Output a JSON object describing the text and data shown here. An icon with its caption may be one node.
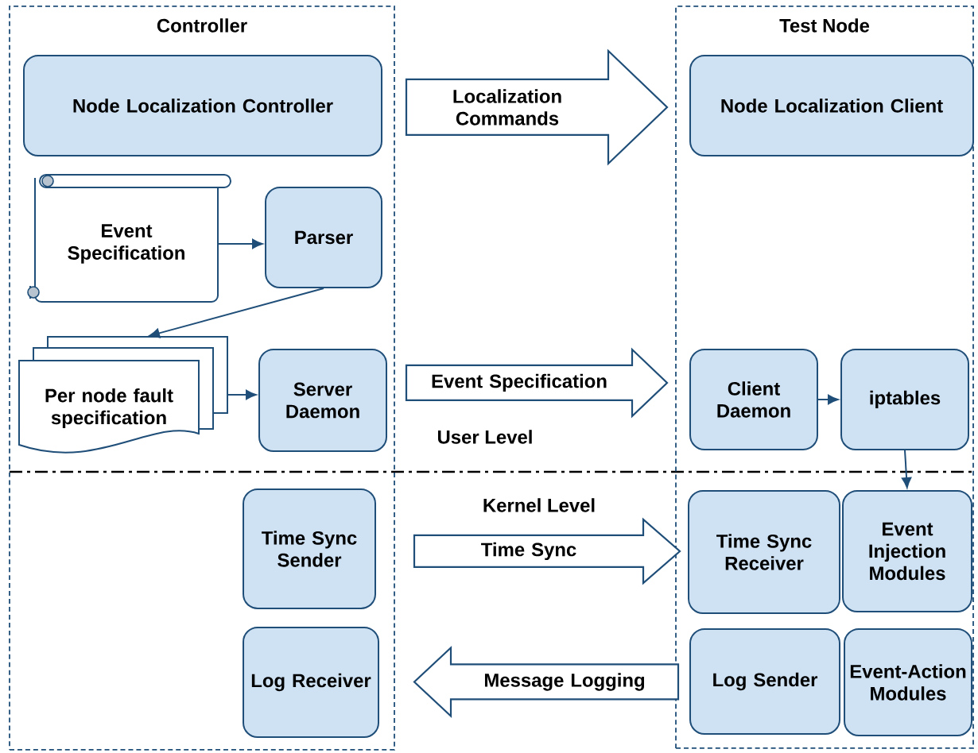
{
  "diagram": {
    "nodes": [
      {
        "text": [
          "Controller"
        ]
      },
      {
        "text": [
          "Node Localization Controller"
        ],
        "in": 0
      },
      {
        "text": [
          "Event Specification"
        ],
        "in": 0
      },
      {
        "text": [
          "Parser"
        ],
        "in": 0
      },
      {
        "text": [
          "Per node fault specification"
        ],
        "in": 0
      },
      {
        "text": [
          "Server Daemon"
        ],
        "in": 0
      },
      {
        "text": [
          "Time Sync Sender"
        ],
        "in": 0
      },
      {
        "text": [
          "Log Receiver"
        ],
        "in": 0
      },
      {
        "text": [
          "Test Node"
        ]
      },
      {
        "text": [
          "Node Localization Client"
        ],
        "in": 8
      },
      {
        "text": [
          "Client Daemon"
        ],
        "in": 8
      },
      {
        "text": [
          "iptables"
        ],
        "in": 8
      },
      {
        "text": [
          "Time Sync Receiver"
        ],
        "in": 8
      },
      {
        "text": [
          "Event Injection Modules"
        ],
        "in": 8
      },
      {
        "text": [
          "Log Sender"
        ],
        "in": 8
      },
      {
        "text": [
          "Event-Action Modules"
        ],
        "in": 8
      }
    ],
    "edges": [
      {
        "from": 2,
        "to": 3,
        "arrow": "to"
      },
      {
        "from": 3,
        "to": 4,
        "arrow": "to"
      },
      {
        "from": 4,
        "to": 5,
        "arrow": "to"
      },
      {
        "from": 10,
        "to": 11,
        "arrow": "to"
      },
      {
        "from": 11,
        "to": 13,
        "arrow": "to"
      },
      {
        "from": 1,
        "to": 9,
        "arrow": "to",
        "label": "Localization Commands",
        "style": "thick"
      },
      {
        "from": 5,
        "to": 10,
        "arrow": "to",
        "label": "Event Specification",
        "style": "thick"
      },
      {
        "from": 6,
        "to": 12,
        "arrow": "to",
        "label": "Time Sync",
        "style": "thick"
      },
      {
        "from": 14,
        "to": 7,
        "arrow": "to",
        "label": "Message Logging",
        "style": "thick"
      }
    ],
    "labels": [
      "User Level",
      "Kernel Level"
    ]
  }
}
